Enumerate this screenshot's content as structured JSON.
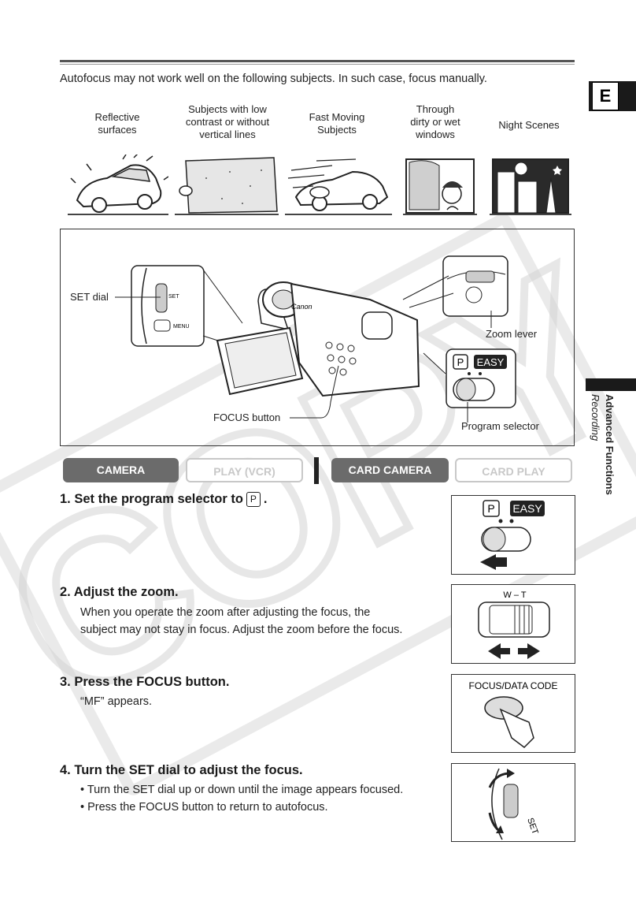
{
  "intro": "Autofocus may not work well on the following subjects. In such case, focus manually.",
  "language_tab": "E",
  "sidebar": {
    "section": "Advanced Functions",
    "subsection": "Recording"
  },
  "subjects": [
    {
      "label": [
        "Reflective",
        "surfaces"
      ]
    },
    {
      "label": [
        "Subjects with low",
        "contrast or without",
        "vertical lines"
      ]
    },
    {
      "label": [
        "Fast Moving",
        "Subjects"
      ]
    },
    {
      "label": [
        "Through",
        "dirty or wet",
        "windows"
      ]
    },
    {
      "label": [
        "Night Scenes"
      ]
    }
  ],
  "diagram": {
    "set_dial": "SET dial",
    "zoom_lever": "Zoom lever",
    "focus_button": "FOCUS button",
    "program_selector": "Program selector",
    "brand": "Canon",
    "easy": "EASY",
    "p": "P",
    "menu": "MENU",
    "set": "SET"
  },
  "modes": [
    {
      "label": "CAMERA",
      "active": true
    },
    {
      "label": "PLAY (VCR)",
      "active": false
    },
    {
      "label": "CARD CAMERA",
      "active": true
    },
    {
      "label": "CARD PLAY",
      "active": false
    }
  ],
  "steps": [
    {
      "title_pre": "1.  Set the program selector to",
      "title_post": ".",
      "icon": "P"
    },
    {
      "title": "2.  Adjust the zoom.",
      "body": [
        "When you operate the zoom after adjusting the focus, the",
        "subject may not stay in focus. Adjust the zoom before the focus."
      ]
    },
    {
      "title": "3.  Press the FOCUS button.",
      "body": [
        "“MF” appears."
      ]
    },
    {
      "title": "4.  Turn the SET dial to adjust the focus.",
      "body": [
        "• Turn the SET dial up or down until the image appears focused.",
        "• Press the FOCUS button to return to autofocus."
      ]
    }
  ],
  "step_images": {
    "easy": "EASY",
    "p": "P",
    "zoom": "W – T",
    "focus_data_code": "FOCUS/DATA CODE",
    "set": "SET"
  },
  "watermark": "COPY"
}
